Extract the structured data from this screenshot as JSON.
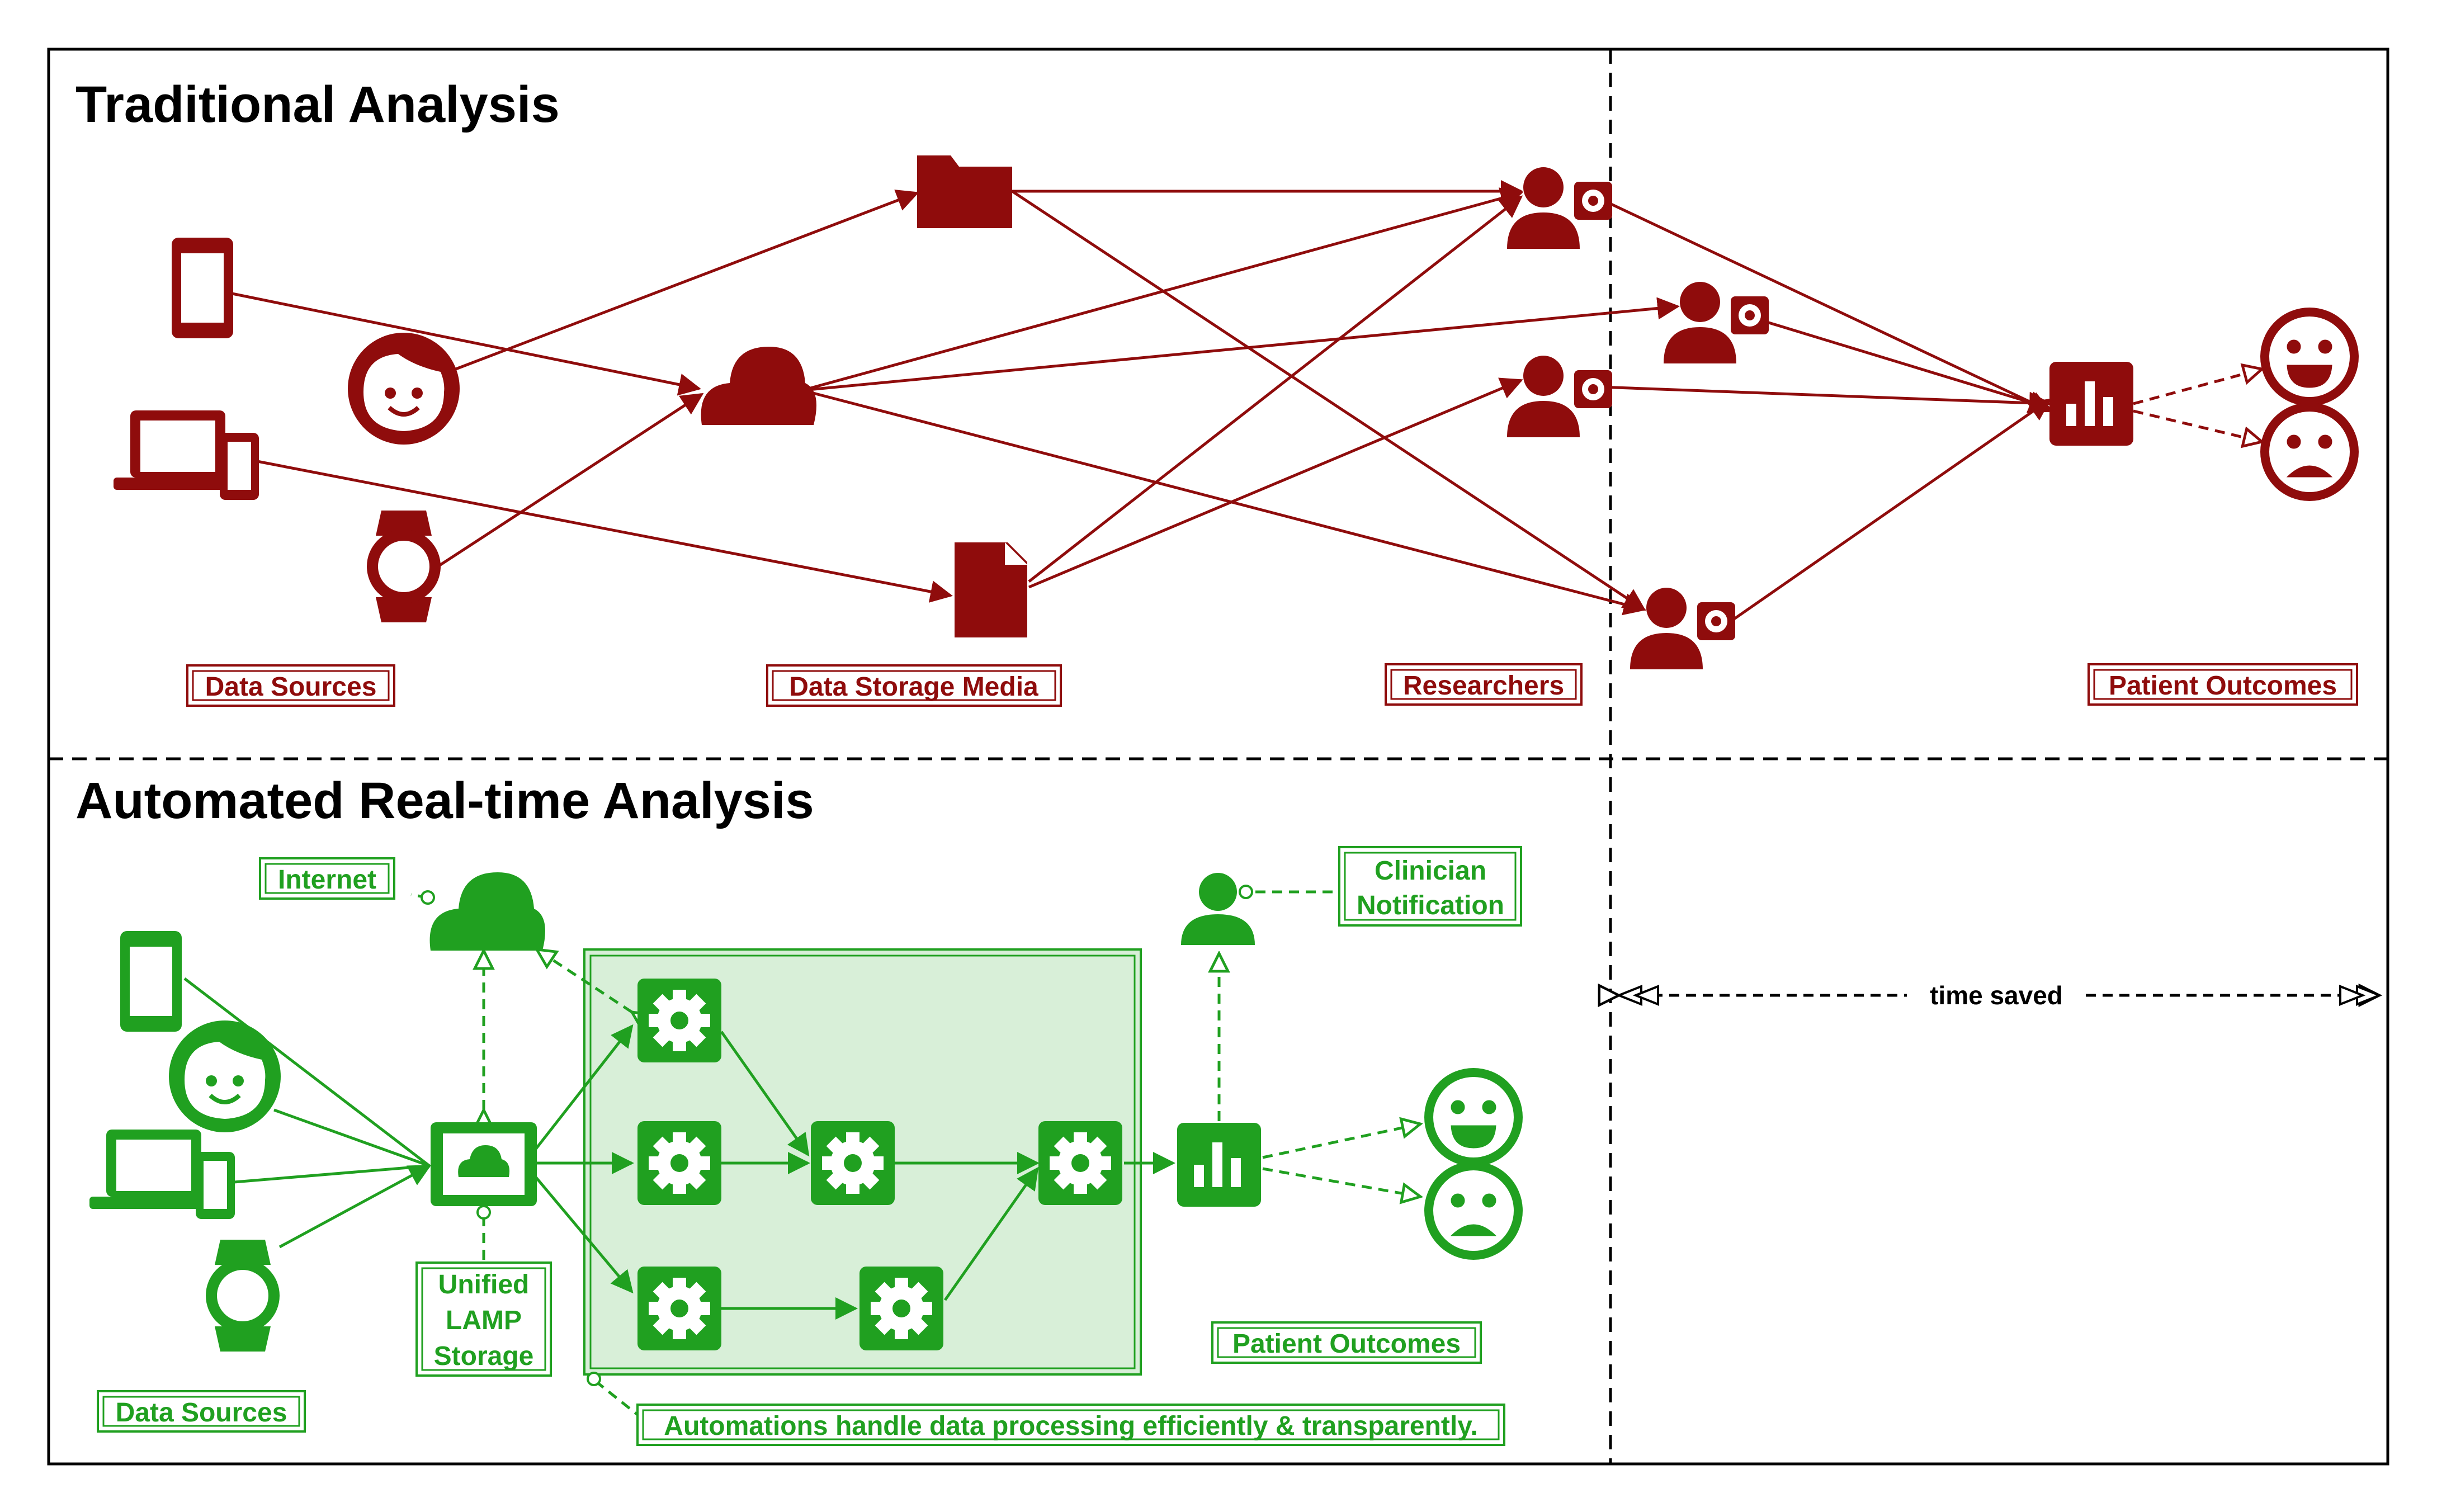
{
  "colors": {
    "traditional": "#8f0c0c",
    "automated": "#20a020",
    "automation_zone_fill": "#d8efd8",
    "border": "#000000"
  },
  "traditional": {
    "title": "Traditional Analysis",
    "labels": {
      "data_sources": "Data Sources",
      "data_storage_media": "Data Storage Media",
      "researchers": "Researchers",
      "patient_outcomes": "Patient Outcomes"
    },
    "icons": {
      "sources": [
        "tablet-icon",
        "child-face-icon",
        "laptop-phone-icon",
        "smartwatch-icon"
      ],
      "storage": [
        "folder-icon",
        "cloud-icon",
        "document-icon"
      ],
      "researchers": [
        "researcher-icon",
        "researcher-icon",
        "researcher-icon",
        "researcher-icon"
      ],
      "outcomes": [
        "bar-chart-icon",
        "happy-face-icon",
        "sad-face-icon"
      ]
    }
  },
  "automated": {
    "title": "Automated Real-time Analysis",
    "labels": {
      "internet": "Internet",
      "clinician_notification_line1": "Clinician",
      "clinician_notification_line2": "Notification",
      "unified_line1": "Unified",
      "unified_line2": "LAMP",
      "unified_line3": "Storage",
      "patient_outcomes": "Patient Outcomes",
      "data_sources": "Data Sources",
      "automations_note": "Automations handle data processing efficiently & transparently."
    },
    "icons": {
      "sources": [
        "tablet-icon",
        "child-face-icon",
        "laptop-phone-icon",
        "smartwatch-icon"
      ],
      "storage": [
        "cloud-icon",
        "storage-monitor-icon"
      ],
      "processing": [
        "gear-icon",
        "gear-icon",
        "gear-icon",
        "gear-icon",
        "gear-icon",
        "gear-icon"
      ],
      "outputs": [
        "bar-chart-icon",
        "clinician-icon",
        "happy-face-icon",
        "sad-face-icon"
      ]
    }
  },
  "time_saved_label": "time saved"
}
